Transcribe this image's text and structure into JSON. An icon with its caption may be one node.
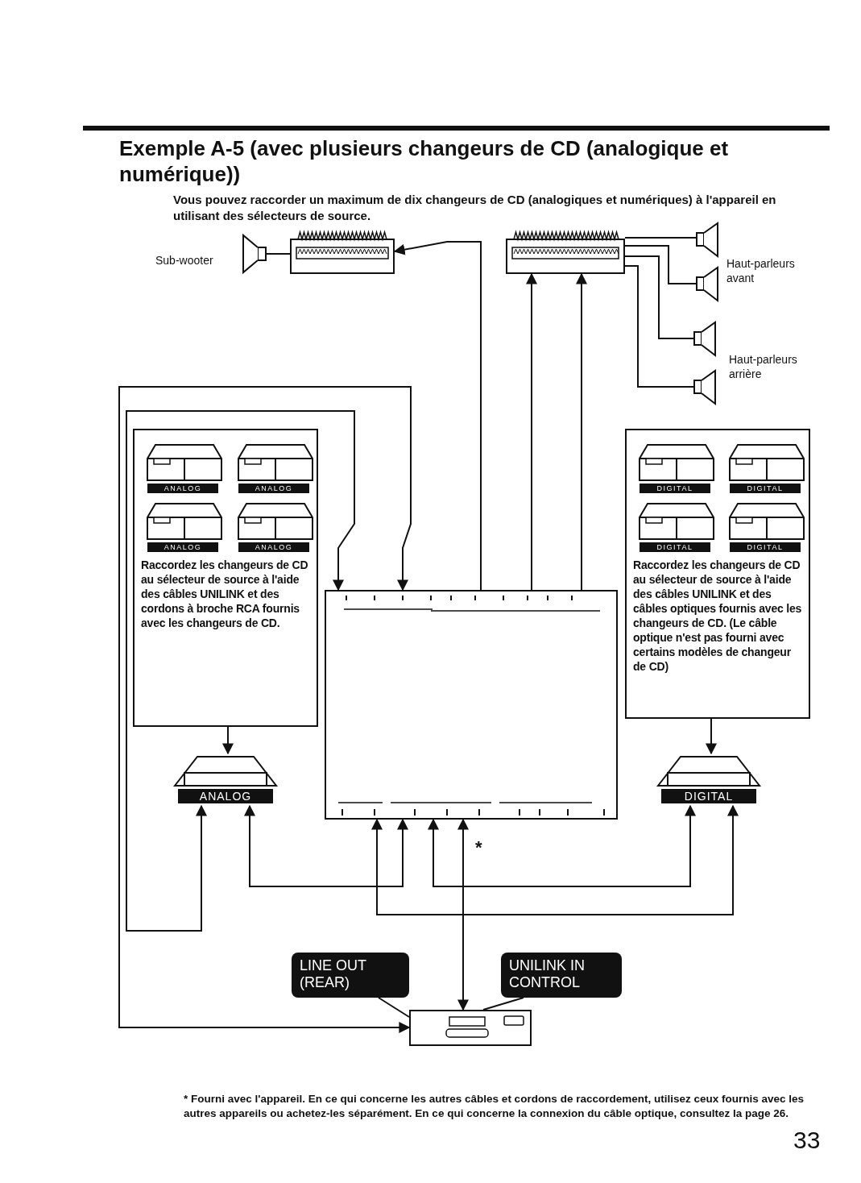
{
  "diagram": {
    "title": "Exemple A-5 (avec plusieurs changeurs de CD (analogique et numérique))",
    "nodes": [
      {
        "text": [],
        "shape": "speaker",
        "beside": [
          "Sub-wooter"
        ]
      },
      {
        "text": [],
        "shape": "picture"
      },
      {
        "text": [],
        "shape": "picture"
      },
      {
        "text": [],
        "shape": "speaker",
        "beside": [
          "Haut-parleurs avant"
        ]
      },
      {
        "text": [],
        "shape": "speaker"
      },
      {
        "text": [],
        "shape": "speaker",
        "beside": [
          "Haut-parleurs arrière"
        ]
      },
      {
        "text": [],
        "shape": "speaker"
      },
      {
        "text": [
          "Raccordez les changeurs de CD au sélecteur de source à l'aide des câbles UNILINK et des cordons à broche RCA fournis avec les changeurs de CD."
        ]
      },
      {
        "text": [
          "ANALOG"
        ],
        "in": 7
      },
      {
        "text": [
          "ANALOG"
        ],
        "in": 7
      },
      {
        "text": [
          "ANALOG"
        ],
        "in": 7
      },
      {
        "text": [
          "ANALOG"
        ],
        "in": 7
      },
      {
        "text": [
          "Raccordez les changeurs de CD au sélecteur de source à l'aide des câbles UNILINK et des câbles optiques fournis avec les changeurs de CD. (Le câble optique n'est pas fourni avec certains modèles de changeur de CD)"
        ]
      },
      {
        "text": [
          "DIGITAL"
        ],
        "in": 12
      },
      {
        "text": [
          "DIGITAL"
        ],
        "in": 12
      },
      {
        "text": [
          "DIGITAL"
        ],
        "in": 12
      },
      {
        "text": [
          "DIGITAL"
        ],
        "in": 12
      },
      {
        "text": [],
        "shape": "box"
      },
      {
        "text": [
          "ANALOG"
        ]
      },
      {
        "text": [
          "DIGITAL"
        ]
      },
      {
        "text": [],
        "shape": "picture"
      },
      {
        "text": [
          "LINE OUT (REAR)"
        ]
      },
      {
        "text": [
          "UNILINK IN CONTROL"
        ]
      }
    ],
    "edges": [
      {
        "from": 0,
        "to": 1,
        "arrow": "none"
      },
      {
        "from": 17,
        "to": 1,
        "arrow": "to"
      },
      {
        "from": 17,
        "to": 2,
        "arrow": "to"
      },
      {
        "from": 17,
        "to": 2,
        "arrow": "to"
      },
      {
        "from": 2,
        "to": 3,
        "arrow": "none"
      },
      {
        "from": 2,
        "to": 4,
        "arrow": "none"
      },
      {
        "from": 2,
        "to": 5,
        "arrow": "none"
      },
      {
        "from": 2,
        "to": 6,
        "arrow": "none"
      },
      {
        "from": 18,
        "to": 17,
        "arrow": "both"
      },
      {
        "from": 20,
        "to": 17,
        "arrow": "both"
      },
      {
        "from": 18,
        "to": 17,
        "arrow": "both"
      },
      {
        "from": 19,
        "to": 17,
        "arrow": "both"
      },
      {
        "from": 19,
        "to": 17,
        "arrow": "both"
      },
      {
        "from": 17,
        "to": 20,
        "arrow": "both"
      },
      {
        "from": 7,
        "to": 18,
        "arrow": "to"
      },
      {
        "from": 12,
        "to": 19,
        "arrow": "to"
      },
      {
        "from": 21,
        "to": 20,
        "arrow": "none"
      },
      {
        "from": 22,
        "to": 20,
        "arrow": "none"
      }
    ],
    "labels": [
      "Vous pouvez raccorder un maximum de dix changeurs de CD (analogiques et numériques) à l'appareil en utilisant des sélecteurs de source.",
      "*",
      "* Fourni avec l'appareil. En ce qui concerne les autres câbles et cordons de raccordement, utilisez ceux fournis avec les autres appareils ou achetez-les séparément. En ce qui concerne la connexion du câble optique, consultez la page 26.",
      "33"
    ]
  }
}
